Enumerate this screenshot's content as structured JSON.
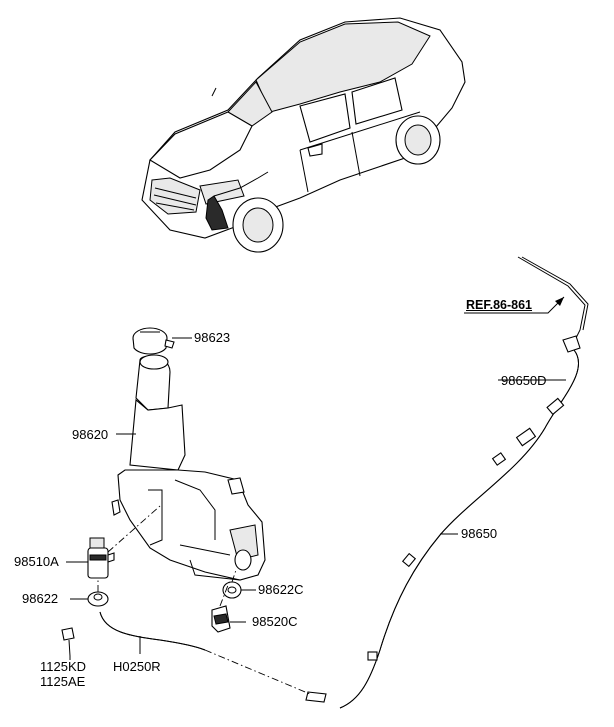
{
  "callouts": {
    "ref": "REF.86-861",
    "p98623": "98623",
    "p98650D": "98650D",
    "p98620": "98620",
    "p98650": "98650",
    "p98510A": "98510A",
    "p98622C": "98622C",
    "p98622": "98622",
    "p98520C": "98520C",
    "p1125KD": "1125KD",
    "p1125AE": "1125AE",
    "pH0250R": "H0250R"
  }
}
